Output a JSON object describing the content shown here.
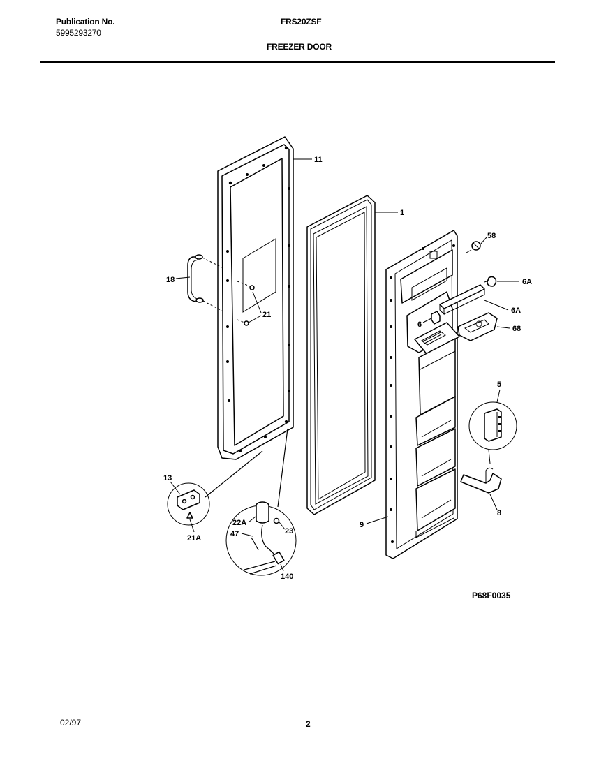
{
  "header": {
    "publication_label": "Publication No.",
    "publication_number": "5995293270",
    "model": "FRS20ZSF",
    "section_title": "FREEZER DOOR"
  },
  "callouts": {
    "c11": "11",
    "c1": "1",
    "c58": "58",
    "c6a_top": "6A",
    "c6a_mid": "6A",
    "c6": "6",
    "c68": "68",
    "c5": "5",
    "c8": "8",
    "c9": "9",
    "c18": "18",
    "c21": "21",
    "c13": "13",
    "c21a": "21A",
    "c22a": "22A",
    "c47": "47",
    "c23": "23",
    "c140": "140"
  },
  "footer": {
    "diagram_code": "P68F0035",
    "date": "02/97",
    "page": "2"
  }
}
